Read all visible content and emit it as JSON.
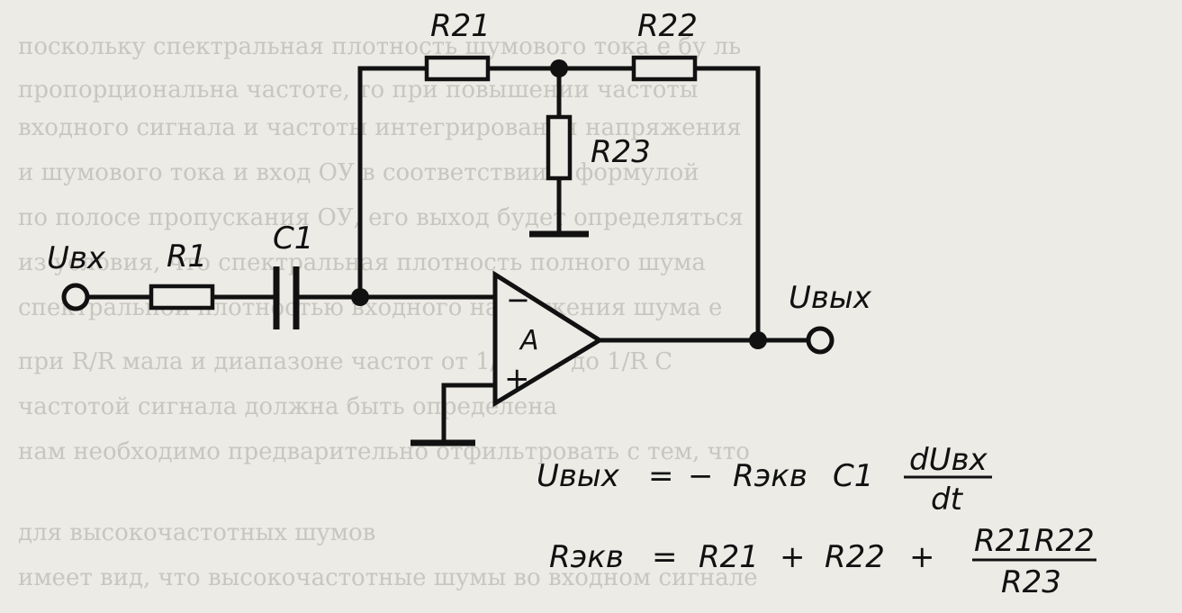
{
  "labels": {
    "r21": "R21",
    "r22": "R22",
    "r23": "R23",
    "r1": "R1",
    "c1": "C1",
    "uin": "Uвх",
    "uout": "Uвых",
    "opamp": "A",
    "minus": "−",
    "plus": "+"
  },
  "formulas": {
    "f1_lhs": "Uвых",
    "f1_eq": "=",
    "f1_sign": "−",
    "f1_r": "Rэкв",
    "f1_c": "C1",
    "f1_num": "dUвх",
    "f1_den": "dt",
    "f2_lhs": "Rэкв",
    "f2_eq": "=",
    "f2_t1": "R21",
    "f2_p1": "+",
    "f2_t2": "R22",
    "f2_p2": "+",
    "f2_num": "R21R22",
    "f2_den": "R23"
  },
  "background_text": [
    "поскольку спектральная плотность шумового тока е бу ль",
    "пропорциональна частоте, то при повышении частоты",
    "входного сигнала и частоты интегрирования напряжения",
    "и шумового тока и вход ОУ в соответствии с формулой",
    "по полосе пропускания ОУ, его выход будет определяться",
    "из условия, что спектральная плотность полного шума",
    "спектральной плотностью входного напряжения шума е",
    "при R/R мала и диапазоне частот от 1/R1C1 до 1/R C",
    "частотой сигнала должна быть определена",
    "нам необходимо предварительно отфильтровать с тем, что",
    "для высокочастотных шумов",
    "имеет вид, что высокочастотные шумы во входном сигнале"
  ]
}
